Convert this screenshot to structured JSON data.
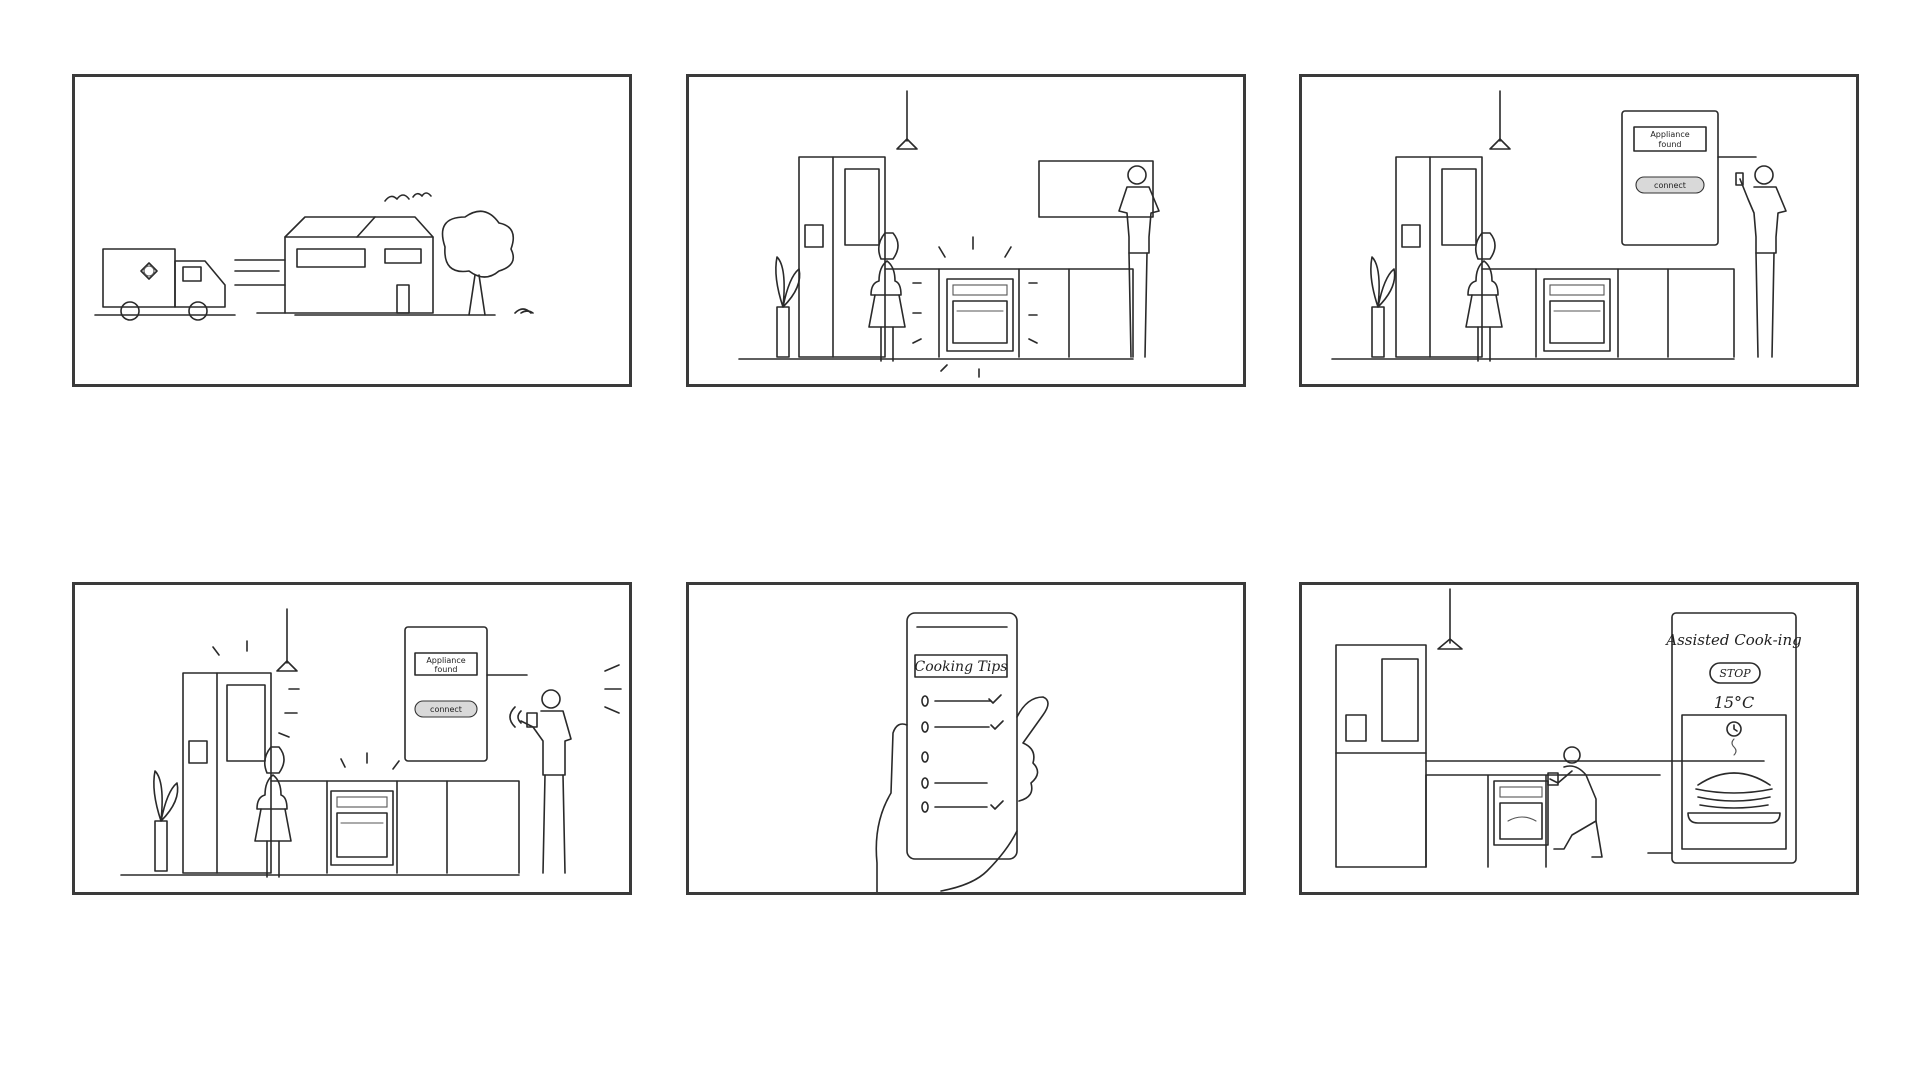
{
  "panels": [
    {
      "id": "panel-1",
      "scene": "delivery"
    },
    {
      "id": "panel-2",
      "scene": "kitchen-oven-alert"
    },
    {
      "id": "panel-3",
      "scene": "appliance-found"
    },
    {
      "id": "panel-4",
      "scene": "appliance-connect"
    },
    {
      "id": "panel-5",
      "scene": "cooking-tips"
    },
    {
      "id": "panel-6",
      "scene": "assisted-cooking"
    }
  ],
  "texts": {
    "appliance_found_line1": "Appliance",
    "appliance_found_line2": "found",
    "connect_label": "connect",
    "cooking_tips_title": "Cooking Tips",
    "assisted_cooking_title": "Assisted Cook-ing",
    "stop_label": "STOP",
    "temperature": "15°C"
  },
  "colors": {
    "stroke": "#2a2a2a",
    "frame": "#3a3a3a",
    "background": "#ffffff"
  }
}
